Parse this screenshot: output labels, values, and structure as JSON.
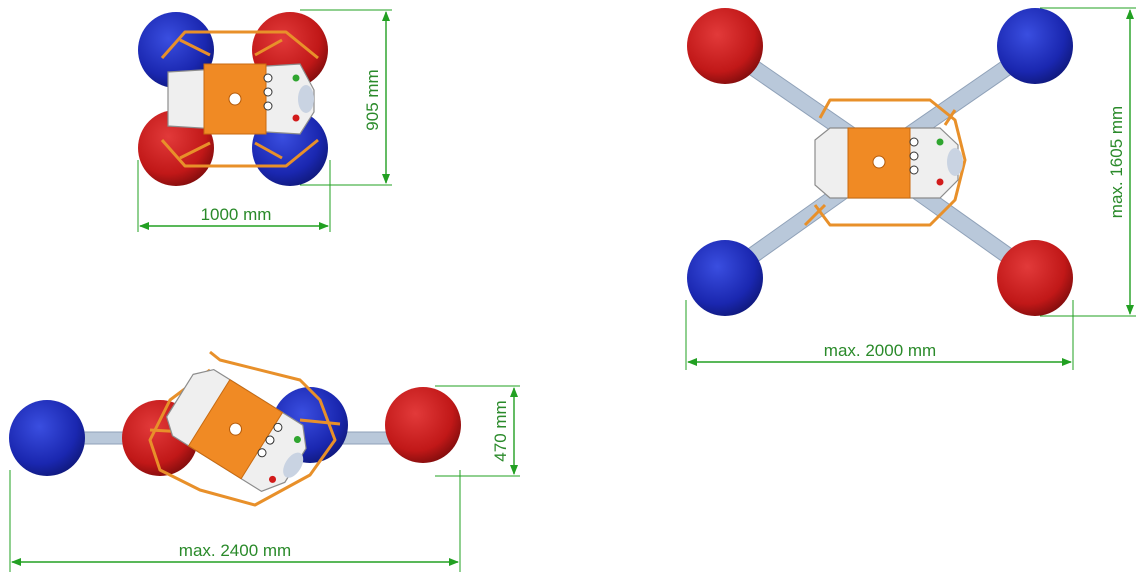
{
  "colors": {
    "dimension": "#22a022",
    "pad_blue": "#1f2fbf",
    "pad_red": "#c81e1e",
    "body_orange": "#f08a24",
    "arm": "#b9c8da"
  },
  "dimensions": {
    "compact_width": "1000 mm",
    "compact_height": "905 mm",
    "xspread_width": "max. 2000 mm",
    "xspread_height": "max. 1605 mm",
    "inline_width": "max. 2400 mm",
    "inline_height": "470 mm"
  }
}
